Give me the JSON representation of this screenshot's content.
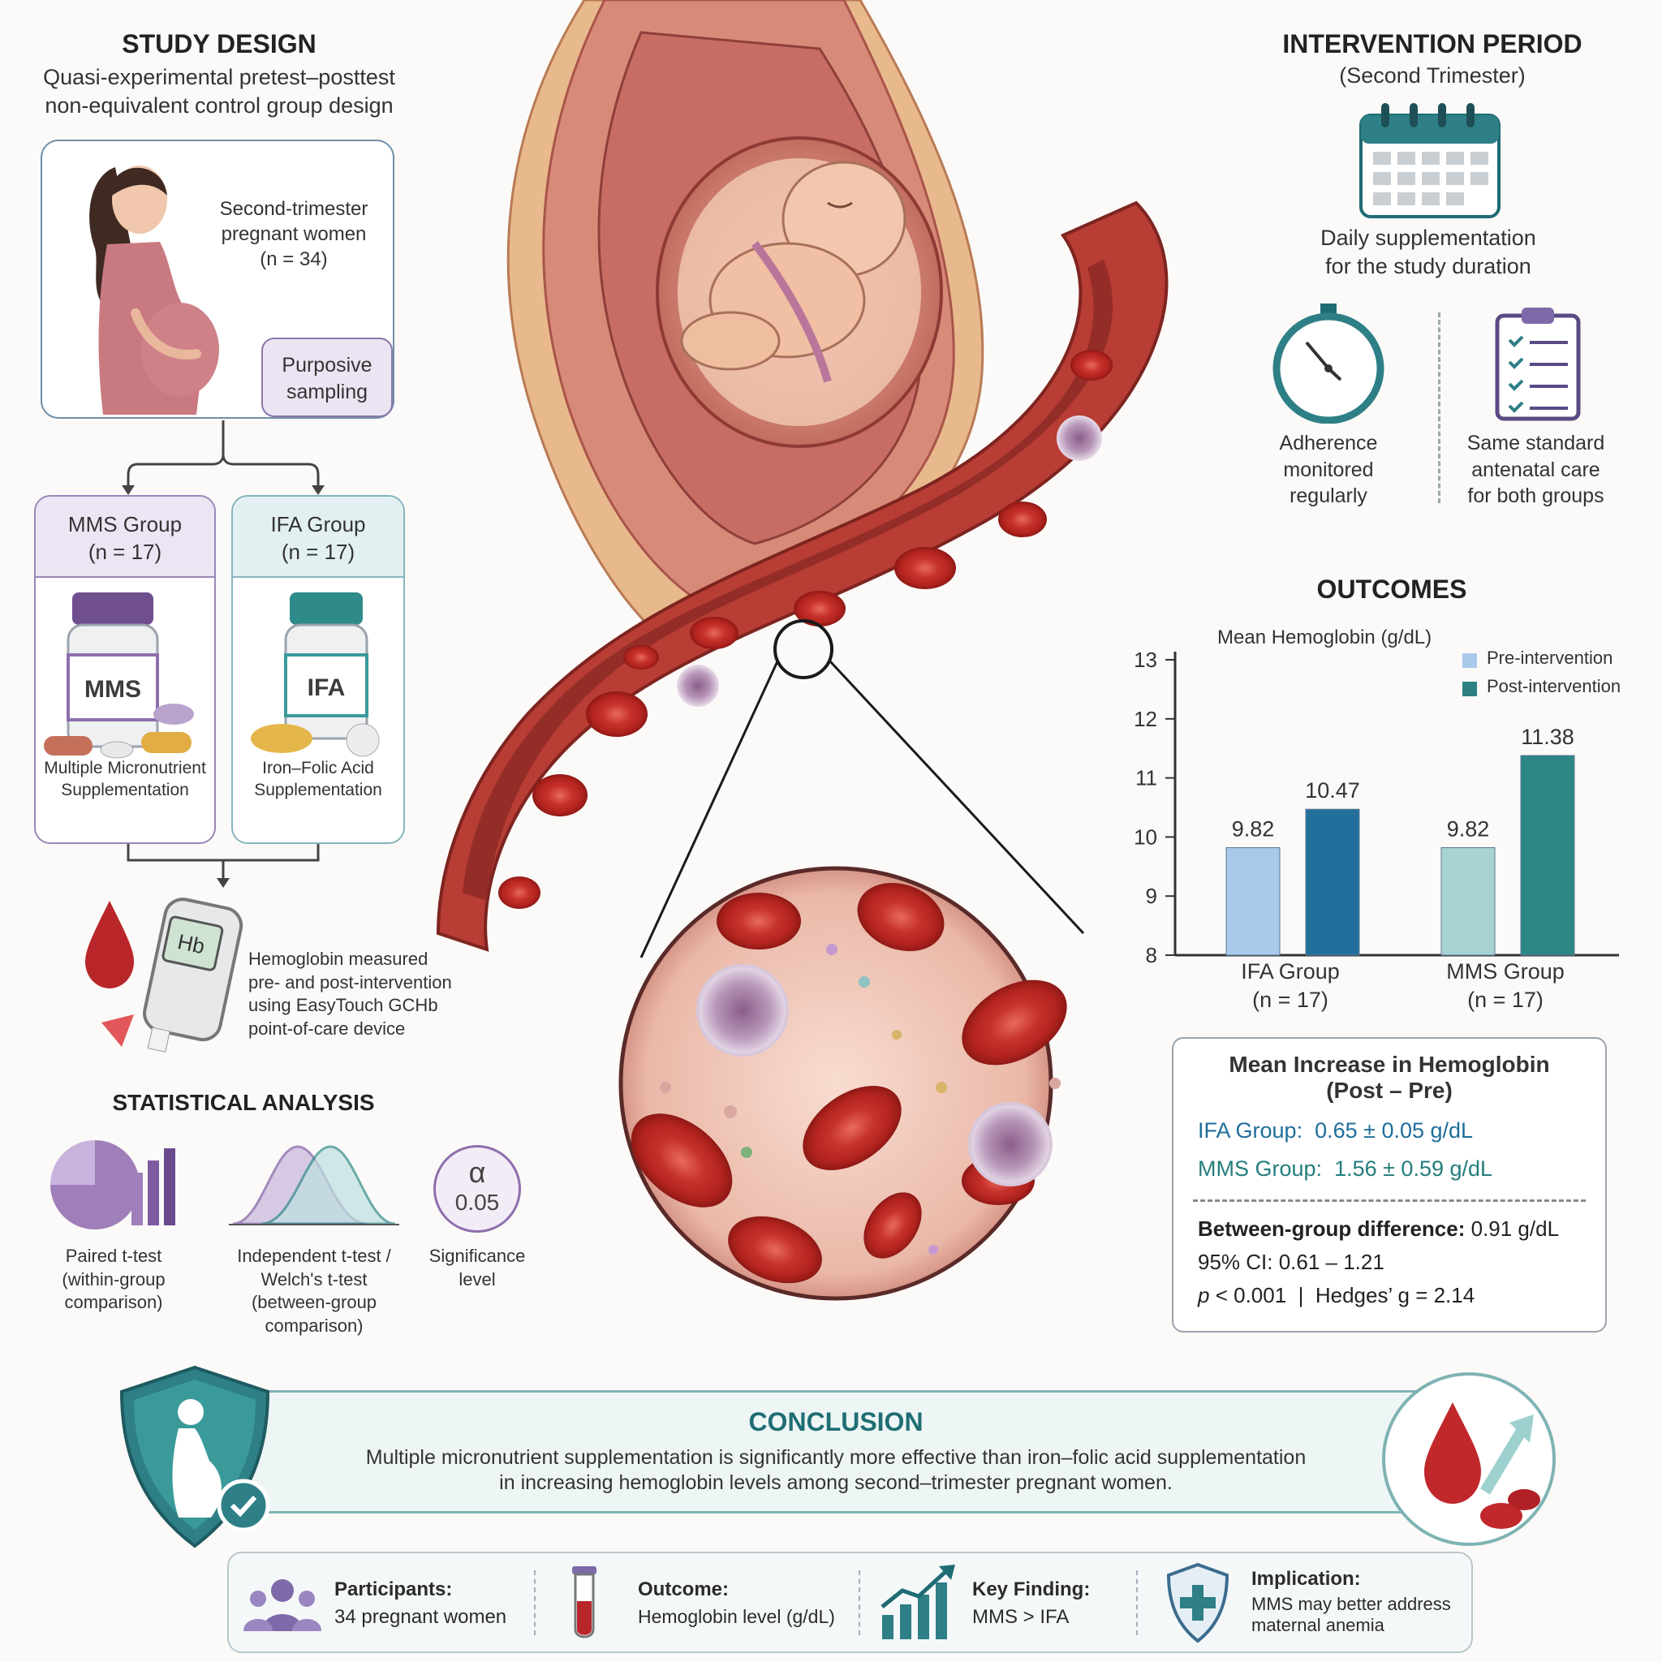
{
  "study_design": {
    "title": "STUDY DESIGN",
    "subtitle_line1": "Quasi-experimental pretest–posttest",
    "subtitle_line2": "non-equivalent control group design",
    "population_line1": "Second-trimester",
    "population_line2": "pregnant women",
    "population_n": "(n = 34)",
    "sampling_line1": "Purposive",
    "sampling_line2": "sampling"
  },
  "groups": [
    {
      "name": "MMS Group",
      "n": "(n = 17)",
      "bottle_label": "MMS",
      "desc_line1": "Multiple Micronutrient",
      "desc_line2": "Supplementation",
      "color": "#7a5a9a"
    },
    {
      "name": "IFA Group",
      "n": "(n = 17)",
      "bottle_label": "IFA",
      "desc_line1": "Iron–Folic Acid",
      "desc_line2": "Supplementation",
      "color": "#2f8a8a"
    }
  ],
  "measurement": {
    "device_label": "Hb",
    "line1": "Hemoglobin measured",
    "line2": "pre- and post-intervention",
    "line3": "using EasyTouch GCHb",
    "line4": "point-of-care device"
  },
  "statistical_analysis": {
    "title": "STATISTICAL ANALYSIS",
    "items": [
      {
        "line1": "Paired t-test",
        "line2": "(within-group",
        "line3": "comparison)"
      },
      {
        "line1": "Independent t-test /",
        "line2": "Welch's t-test",
        "line3": "(between-group",
        "line4": "comparison)"
      },
      {
        "line1": "Significance",
        "line2": "level"
      }
    ],
    "alpha_symbol": "α",
    "alpha_value": "0.05"
  },
  "intervention": {
    "title": "INTERVENTION PERIOD",
    "subtitle": "(Second Trimester)",
    "daily_line1": "Daily supplementation",
    "daily_line2": "for the study duration",
    "adherence_line1": "Adherence",
    "adherence_line2": "monitored",
    "adherence_line3": "regularly",
    "care_line1": "Same standard",
    "care_line2": "antenatal care",
    "care_line3": "for both groups"
  },
  "outcomes": {
    "title": "OUTCOMES",
    "chart_title": "Mean Hemoglobin (g/dL)",
    "legend": {
      "pre": "Pre-intervention",
      "post": "Post-intervention"
    },
    "group_labels": [
      {
        "name": "IFA Group",
        "n": "(n = 17)"
      },
      {
        "name": "MMS Group",
        "n": "(n = 17)"
      }
    ]
  },
  "chart_data": {
    "type": "bar",
    "title": "Mean Hemoglobin (g/dL)",
    "categories": [
      "IFA Group (n = 17)",
      "MMS Group (n = 17)"
    ],
    "series": [
      {
        "name": "Pre-intervention",
        "values": [
          9.82,
          9.82
        ]
      },
      {
        "name": "Post-intervention",
        "values": [
          10.47,
          11.38
        ]
      }
    ],
    "ylim": [
      8,
      13
    ],
    "yticks": [
      "8",
      "9",
      "10",
      "11",
      "12",
      "13"
    ],
    "data_labels": [
      [
        "9.82",
        "10.47"
      ],
      [
        "9.82",
        "11.38"
      ]
    ],
    "colors": {
      "ifa_pre": "#a9c9ea",
      "ifa_post": "#236f9c",
      "mms_pre": "#a8d3d3",
      "mms_post": "#2d8585",
      "legend_pre": "#a9c9ea",
      "legend_post": "#2d7f80"
    },
    "legend_position": "top-right",
    "grid": false
  },
  "mean_increase": {
    "title_line1": "Mean Increase in Hemoglobin",
    "title_line2": "(Post – Pre)",
    "ifa_label": "IFA Group:",
    "ifa_value": "0.65 ± 0.05 g/dL",
    "mms_label": "MMS Group:",
    "mms_value": "1.56 ± 0.59 g/dL",
    "between_label": "Between-group difference:",
    "between_value": "0.91 g/dL",
    "ci": "95% CI: 0.61 – 1.21",
    "p_symbol": "p",
    "p_value": "< 0.001",
    "separator": "|",
    "hedges": "Hedges’ g = 2.14"
  },
  "conclusion": {
    "title": "CONCLUSION",
    "line1": "Multiple micronutrient supplementation is significantly more effective than iron–folic acid supplementation",
    "line2": "in increasing hemoglobin levels among second–trimester pregnant women."
  },
  "summary": [
    {
      "label": "Participants:",
      "value": "34 pregnant women",
      "icon": "people-icon"
    },
    {
      "label": "Outcome:",
      "value": "Hemoglobin level (g/dL)",
      "icon": "test-tube-icon"
    },
    {
      "label": "Key Finding:",
      "value": "MMS > IFA",
      "icon": "growth-chart-icon"
    },
    {
      "label": "Implication:",
      "value_line1": "MMS may better address",
      "value_line2": "maternal anemia",
      "icon": "shield-plus-icon"
    }
  ]
}
